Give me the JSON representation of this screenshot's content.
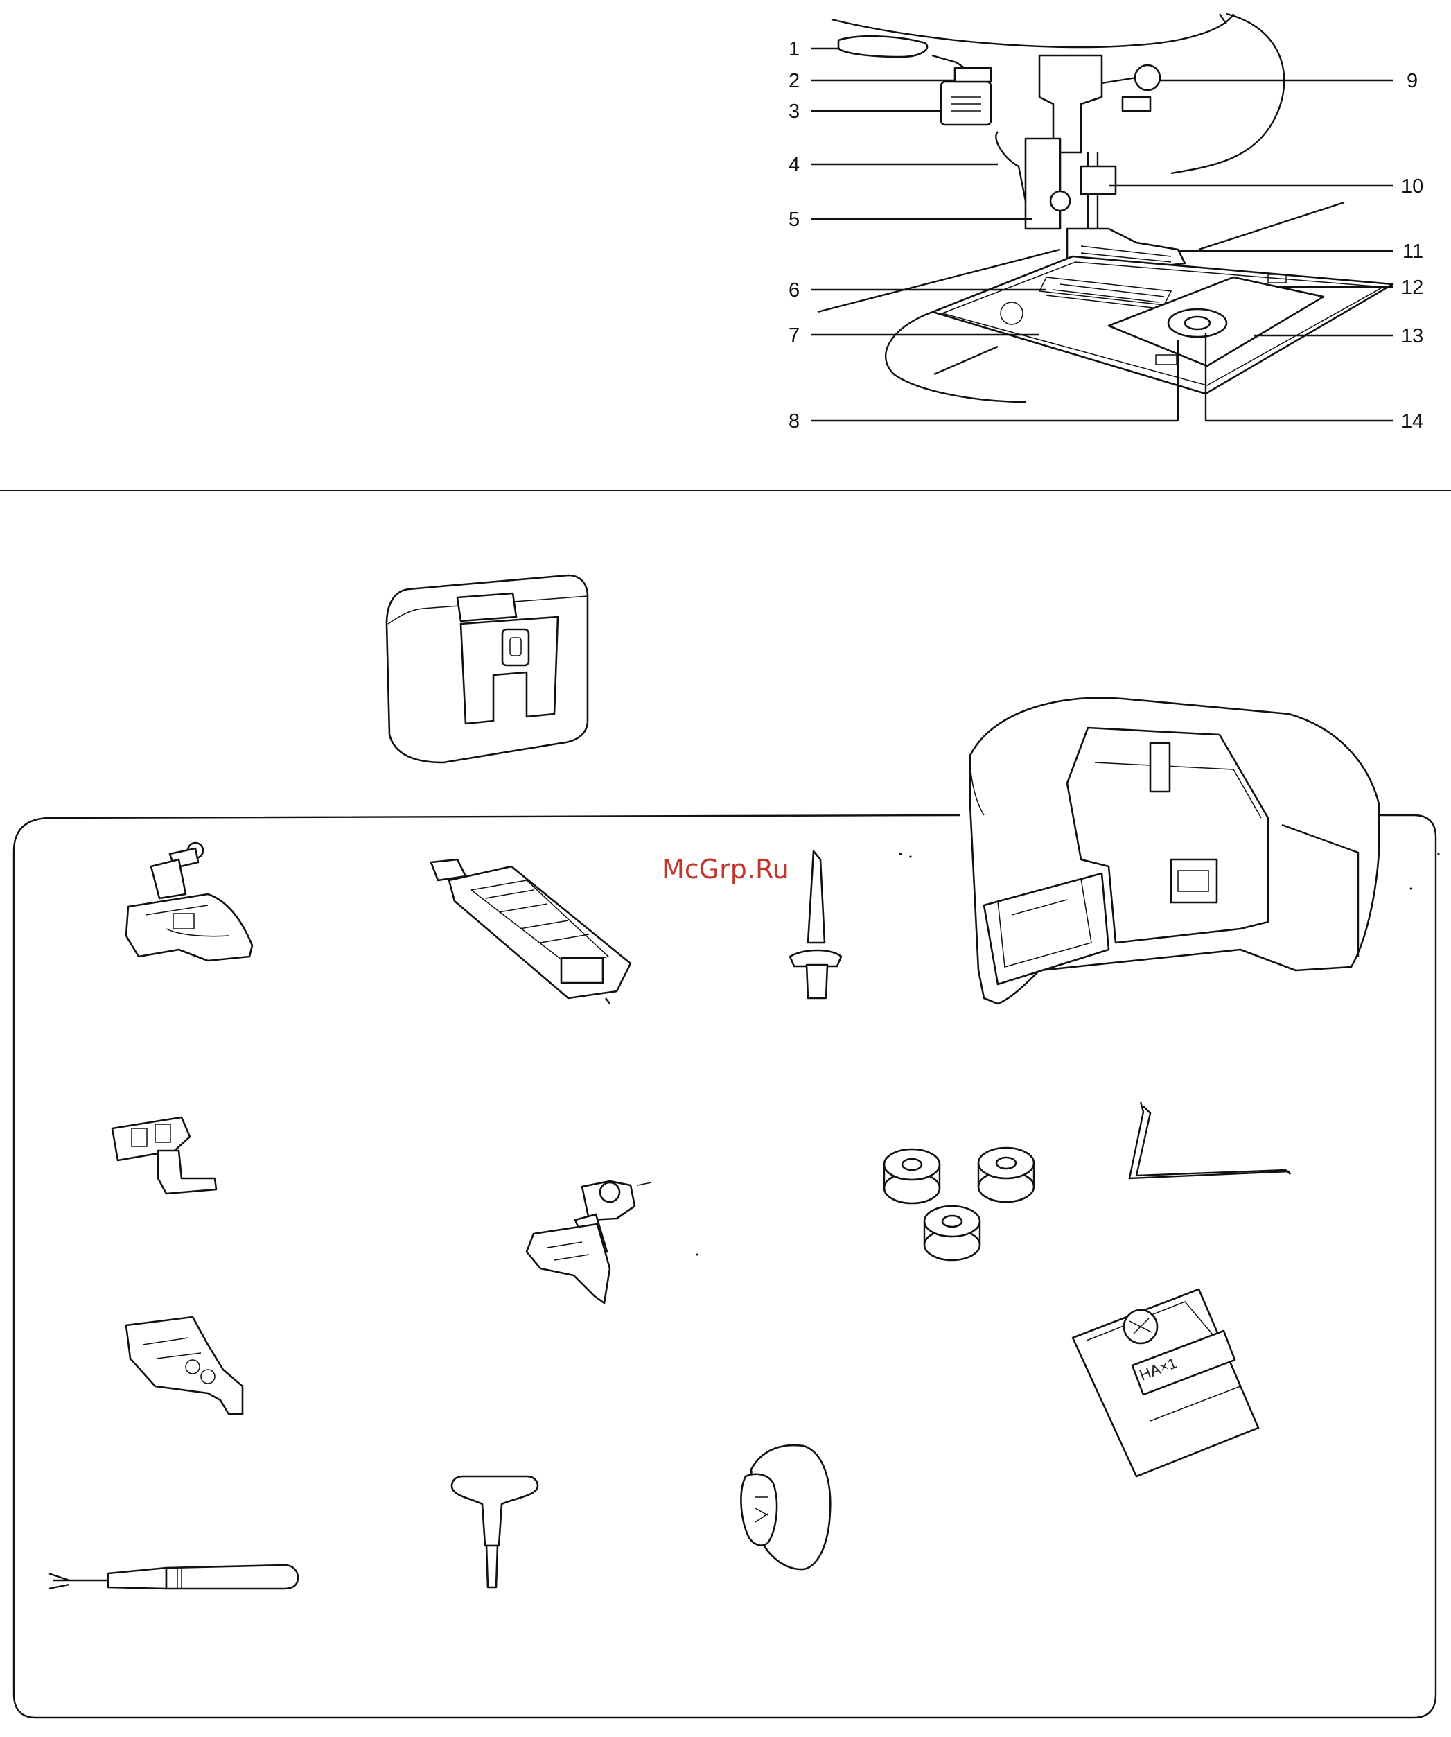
{
  "watermark": "McGrp.Ru",
  "callouts_left": [
    "1",
    "2",
    "3",
    "4",
    "5",
    "6",
    "7",
    "8"
  ],
  "callouts_right": [
    "9",
    "10",
    "11",
    "12",
    "13",
    "14"
  ],
  "needle_pack_label": "HA×1",
  "icons": {
    "machine": "presser-foot-area-diagram",
    "case": "accessory-box",
    "cover": "extension-table-cover",
    "feet": [
      "zigzag-foot",
      "buttonhole-foot",
      "zipper-foot",
      "blind-stitch-foot",
      "overcasting-foot"
    ],
    "tools": [
      "spool-pin",
      "bobbins",
      "edge-guide",
      "needles",
      "screwdriver",
      "spool-cap",
      "seam-ripper"
    ]
  }
}
